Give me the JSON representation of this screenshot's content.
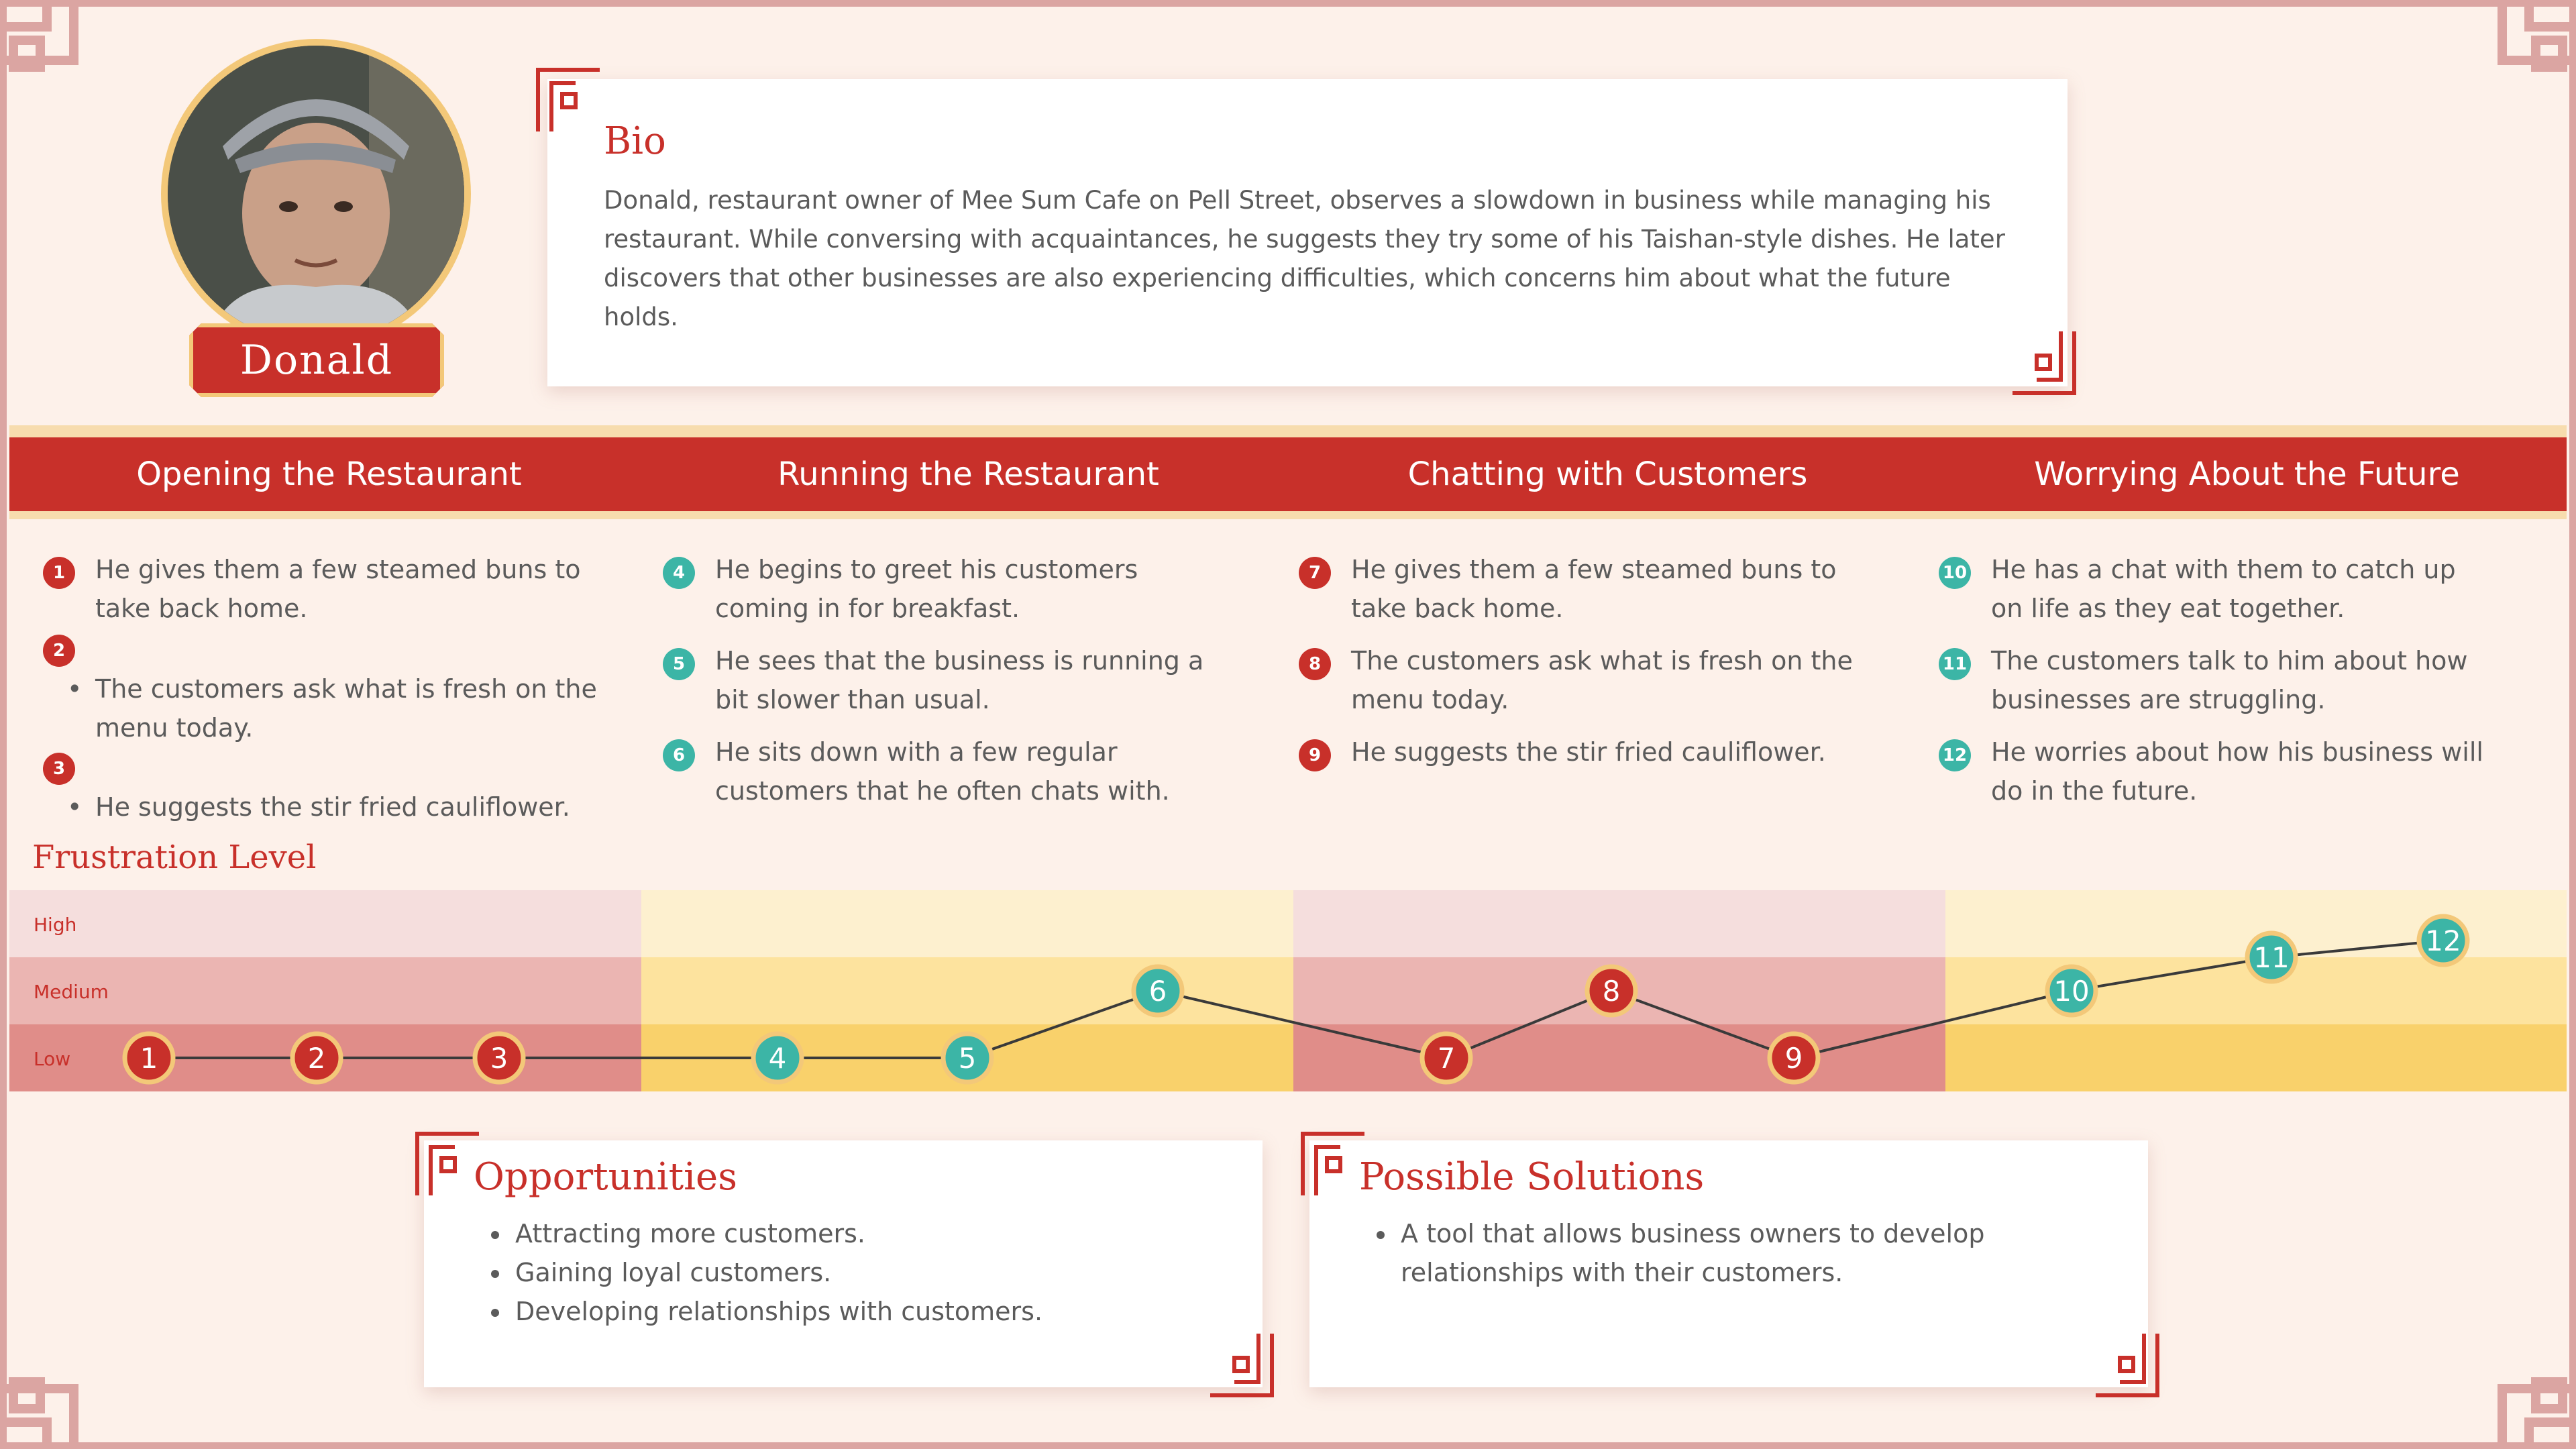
{
  "persona": {
    "name": "Donald",
    "bio_title": "Bio",
    "bio_text": "Donald, restaurant owner of Mee Sum Cafe on Pell Street, observes a slowdown in business while managing his restaurant. While conversing with acquaintances, he suggests they try some of his Taishan-style dishes. He later discovers that other businesses are also experiencing difficulties, which concerns him about what the future holds."
  },
  "stages": [
    {
      "title": "Opening the Restaurant"
    },
    {
      "title": "Running the Restaurant"
    },
    {
      "title": "Chatting with Customers"
    },
    {
      "title": "Worrying About the Future"
    }
  ],
  "steps": {
    "s1": {
      "num": "1",
      "text": "He gives them a few steamed buns to take back home."
    },
    "s2": {
      "num": "2",
      "text": "The customers ask what is fresh on the menu today."
    },
    "s3": {
      "num": "3",
      "text": "He suggests the stir fried cauliflower."
    },
    "s4": {
      "num": "4",
      "text": "He begins to greet his customers coming in for breakfast."
    },
    "s5": {
      "num": "5",
      "text": "He sees that the business is running a bit slower than usual."
    },
    "s6": {
      "num": "6",
      "text": "He sits down with a few regular customers that he often chats with."
    },
    "s7": {
      "num": "7",
      "text": "He gives them a few steamed buns to take back home."
    },
    "s8": {
      "num": "8",
      "text": "The customers ask what is fresh on the menu today."
    },
    "s9": {
      "num": "9",
      "text": "He suggests the stir fried cauliflower."
    },
    "s10": {
      "num": "10",
      "text": "He has a chat with them to catch up on life as they eat together."
    },
    "s11": {
      "num": "11",
      "text": "The customers talk to him about how businesses are struggling."
    },
    "s12": {
      "num": "12",
      "text": "He worries about how his business will do in the future."
    }
  },
  "frustration": {
    "title": "Frustration Level",
    "levels": [
      "High",
      "Medium",
      "Low"
    ]
  },
  "chart_data": {
    "type": "line",
    "title": "Frustration Level",
    "categories": [
      "1",
      "2",
      "3",
      "4",
      "5",
      "6",
      "7",
      "8",
      "9",
      "10",
      "11",
      "12"
    ],
    "y_levels": [
      "Low",
      "Medium",
      "High"
    ],
    "series": [
      {
        "values": [
          0,
          0,
          0,
          0,
          0,
          1,
          0,
          1,
          0,
          1,
          1.5,
          1.75
        ]
      }
    ],
    "point_colors": [
      "#c8302a",
      "#c8302a",
      "#c8302a",
      "#3cb5a6",
      "#3cb5a6",
      "#3cb5a6",
      "#c8302a",
      "#c8302a",
      "#c8302a",
      "#3cb5a6",
      "#3cb5a6",
      "#3cb5a6"
    ]
  },
  "opportunities": {
    "title": "Opportunities",
    "items": [
      "Attracting more customers.",
      "Gaining loyal customers.",
      "Developing relationships with customers."
    ]
  },
  "solutions": {
    "title": "Possible Solutions",
    "items": [
      "A tool that allows business owners to develop relationships with their customers."
    ]
  },
  "colors": {
    "accent": "#c8302a",
    "teal": "#3cb5a6",
    "gold": "#f3c879",
    "background": "#fdf1ea"
  }
}
